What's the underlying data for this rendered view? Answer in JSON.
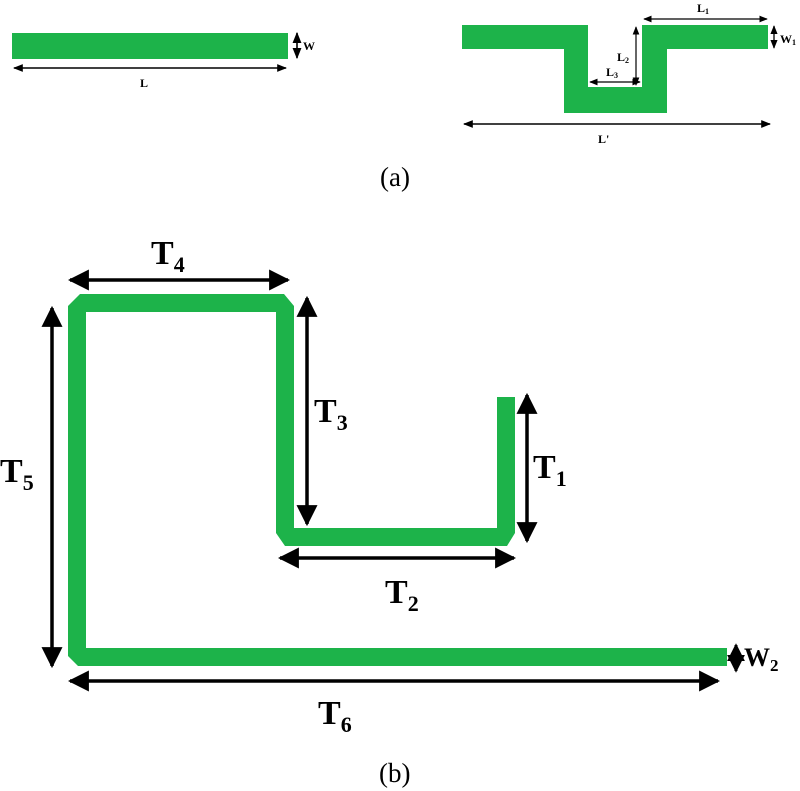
{
  "colors": {
    "trace": "#1db34a",
    "arrow": "#000000",
    "background": "#ffffff"
  },
  "panel_a": {
    "caption": "(a)",
    "straight_line": {
      "length_label": "L",
      "width_label": "W"
    },
    "meander_line": {
      "overall_length_label": "L'",
      "l1": {
        "base": "L",
        "sub": "1"
      },
      "l2": {
        "base": "L",
        "sub": "2"
      },
      "l3": {
        "base": "L",
        "sub": "3"
      },
      "w1": {
        "base": "W",
        "sub": "1"
      }
    }
  },
  "panel_b": {
    "caption": "(b)",
    "t1": {
      "base": "T",
      "sub": "1"
    },
    "t2": {
      "base": "T",
      "sub": "2"
    },
    "t3": {
      "base": "T",
      "sub": "3"
    },
    "t4": {
      "base": "T",
      "sub": "4"
    },
    "t5": {
      "base": "T",
      "sub": "5"
    },
    "t6": {
      "base": "T",
      "sub": "6"
    },
    "w2": {
      "base": "W",
      "sub": "2"
    }
  }
}
